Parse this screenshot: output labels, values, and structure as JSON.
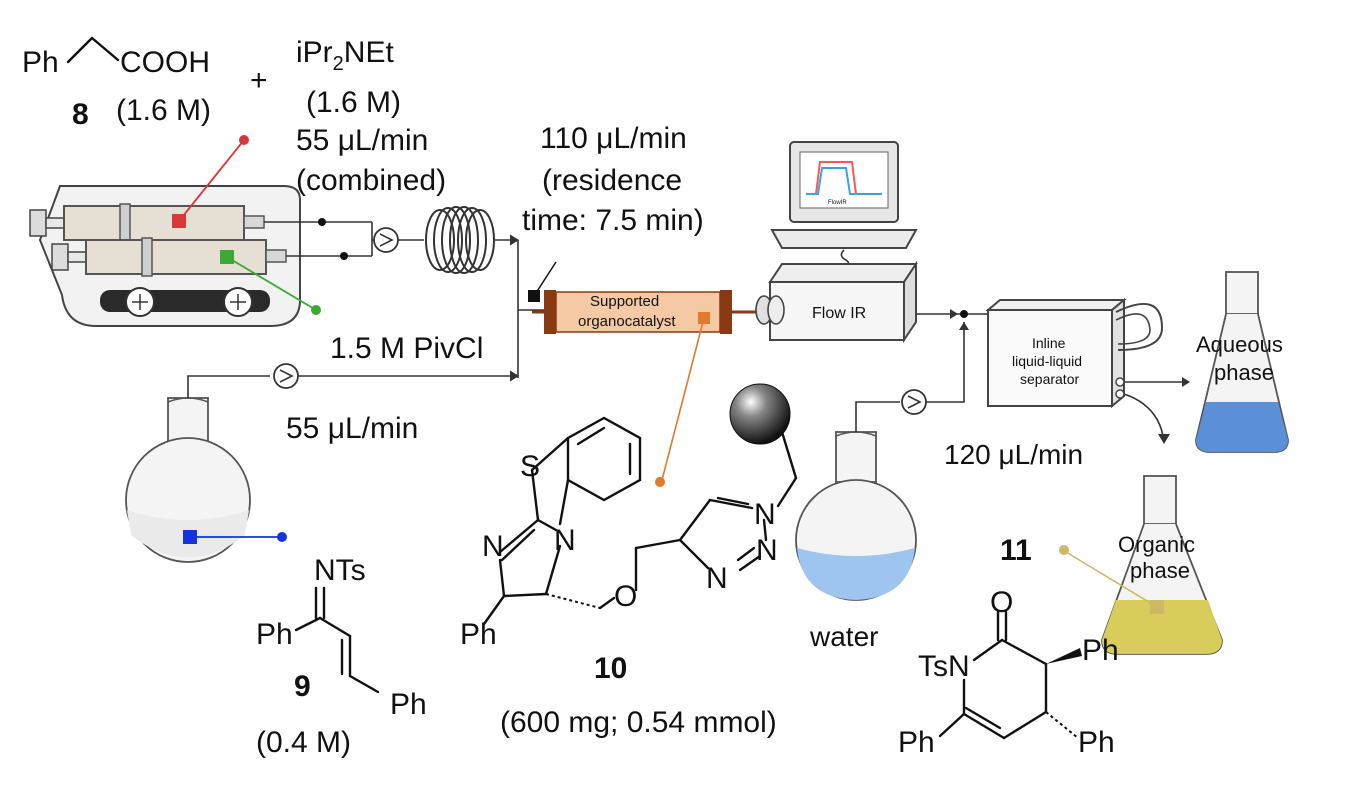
{
  "reagents": {
    "acid_ph": "Ph",
    "acid_cooh": "COOH",
    "plus": "+",
    "base_ipr": "iPr",
    "base_sub2": "2",
    "base_net": "NEt",
    "compound8_label": "8",
    "compound8_conc": "(1.6 M)",
    "base_conc": "(1.6 M)",
    "syringe_flow_1": "55 μL/min",
    "syringe_flow_2": "(combined)",
    "pivcl": "1.5 M PivCl",
    "pivcl_flow": "55 μL/min"
  },
  "reactor": {
    "flow_1": "110 μL/min",
    "flow_2": "(residence",
    "flow_3": "time: 7.5 min)",
    "column_line1": "Supported",
    "column_line2": "organocatalyst"
  },
  "analysis": {
    "flowir_screen": "FlowIR",
    "flowir_box": "Flow IR"
  },
  "separation": {
    "separator_line1": "Inline",
    "separator_line2": "liquid-liquid",
    "separator_line3": "separator",
    "aqueous_1": "Aqueous",
    "aqueous_2": "phase",
    "organic_1": "Organic",
    "organic_2": "phase",
    "water_label": "water",
    "water_flow": "120 μL/min"
  },
  "structures": {
    "compound9_label": "9",
    "compound9_conc": "(0.4 M)",
    "compound9_nts": "NTs",
    "compound9_ph1": "Ph",
    "compound9_ph2": "Ph",
    "compound10_label": "10",
    "compound10_amount": "(600 mg; 0.54 mmol)",
    "compound10_s": "S",
    "compound10_n1": "N",
    "compound10_n2": "N",
    "compound10_o": "O",
    "compound10_ph": "Ph",
    "triazole_n1": "N",
    "triazole_n2": "N",
    "triazole_n3": "N",
    "compound11_label": "11",
    "compound11_o": "O",
    "compound11_tsn": "TsN",
    "compound11_ph1": "Ph",
    "compound11_ph2": "Ph",
    "compound11_ph3": "Ph"
  },
  "colors": {
    "red_marker": "#d9383a",
    "green_marker": "#3aaa35",
    "blue_marker": "#1433e0",
    "orange_marker": "#e07a2c",
    "olive_marker": "#cdb868",
    "column_fill": "#f4c9a4",
    "column_cap": "#8a3a12",
    "water_fill": "#9ec5f0",
    "aqueous_fill": "#5b8fd8",
    "organic_fill": "#d8cc5a"
  }
}
